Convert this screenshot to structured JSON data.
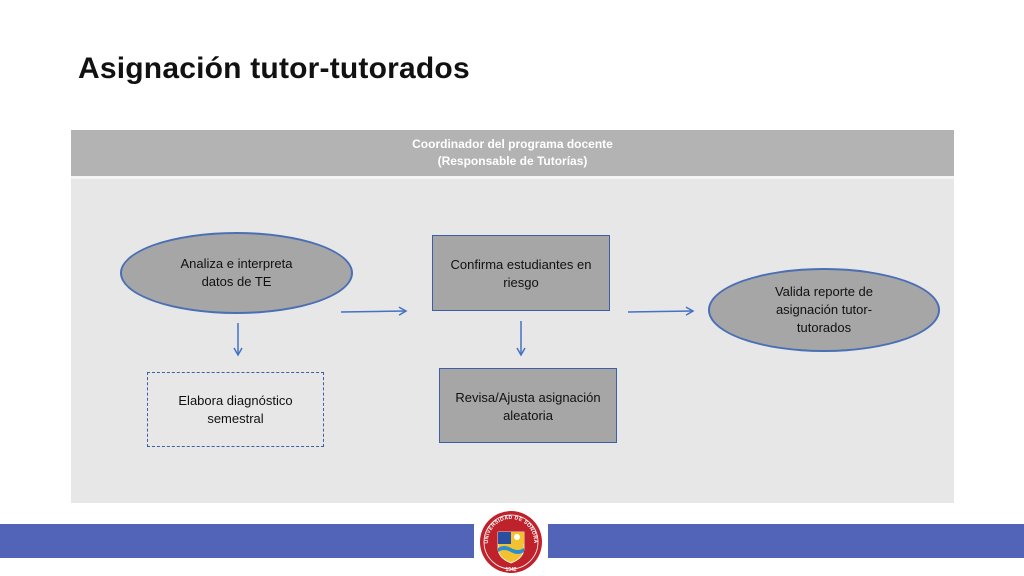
{
  "slide": {
    "title": "Asignación tutor-tutorados"
  },
  "lane": {
    "header_line1": "Coordinador del programa docente",
    "header_line2": "(Responsable de Tutorías)"
  },
  "nodes": {
    "analiza": {
      "line1": "Analiza e interpreta",
      "line2": "datos de TE"
    },
    "elabora": {
      "line1": "Elabora diagnóstico",
      "line2": "semestral"
    },
    "confirma": {
      "line1": "Confirma estudiantes en",
      "line2": "riesgo"
    },
    "revisa": {
      "line1": "Revisa/Ajusta asignación",
      "line2": "aleatoria"
    },
    "valida": {
      "line1": "Valida reporte de",
      "line2": "asignación tutor-",
      "line3": "tutorados"
    }
  },
  "seal": {
    "top_text": "UNIVERSIDAD DE SONORA",
    "year": "1942"
  },
  "colors": {
    "lane_bg": "#e7e7e8",
    "lane_header": "#b3b3b3",
    "node_fill": "#a6a6a6",
    "node_border": "#3d5fa8",
    "arrow": "#4472c4",
    "footer_bar": "#5164b8",
    "seal_red": "#c0222c"
  }
}
